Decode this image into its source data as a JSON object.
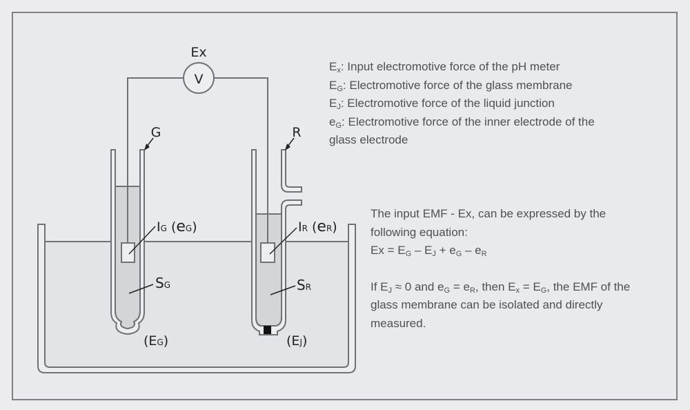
{
  "diagram": {
    "voltmeter_label": "Ex",
    "voltmeter_symbol": "V",
    "glass_electrode_label": "G",
    "reference_electrode_label": "R",
    "inner_glass_label": {
      "main": "I",
      "sub": "G",
      "paren_main": "e",
      "paren_sub": "G"
    },
    "inner_ref_label": {
      "main": "I",
      "sub": "R",
      "paren_main": "e",
      "paren_sub": "R"
    },
    "solution_glass_label": {
      "main": "S",
      "sub": "G"
    },
    "solution_ref_label": {
      "main": "S",
      "sub": "R"
    },
    "membrane_emf_label": {
      "main": "E",
      "sub": "G"
    },
    "junction_emf_label": {
      "main": "E",
      "sub": "J"
    },
    "colors": {
      "line": "#6f7176",
      "fill_inner": "#d4d5d8",
      "liquid": "#e3e4e7",
      "junction": "#111111"
    }
  },
  "legend": [
    {
      "sym": "E",
      "sub": "x",
      "text": ": Input electromotive force of the pH meter"
    },
    {
      "sym": "E",
      "sub": "G",
      "text": ": Electromotive force of the glass membrane"
    },
    {
      "sym": "E",
      "sub": "J",
      "text": ": Electromotive force of the liquid junction"
    },
    {
      "sym": "e",
      "sub": "G",
      "text": ": Electromotive force of the inner electrode of the"
    },
    {
      "sym": "",
      "sub": "",
      "text": "glass electrode"
    }
  ],
  "description": {
    "intro_line1": "The input EMF - Ex, can be expressed by the",
    "intro_line2": "following equation:",
    "equation": {
      "lhs": "Ex = E",
      "s1": "G",
      "t1": " – E",
      "s2": "J",
      "t2": " + e",
      "s3": "G",
      "t3": " – e",
      "s4": "R"
    },
    "conclusion": {
      "a": "If E",
      "s1": "J",
      "b": " ≈ 0 and e",
      "s2": "G",
      "c": " = e",
      "s3": "R",
      "d": ", then E",
      "s4": "x",
      "e": " = E",
      "s5": "G",
      "f": ", the EMF of the",
      "line2": "glass membrane can be isolated and directly",
      "line3": "measured."
    }
  }
}
